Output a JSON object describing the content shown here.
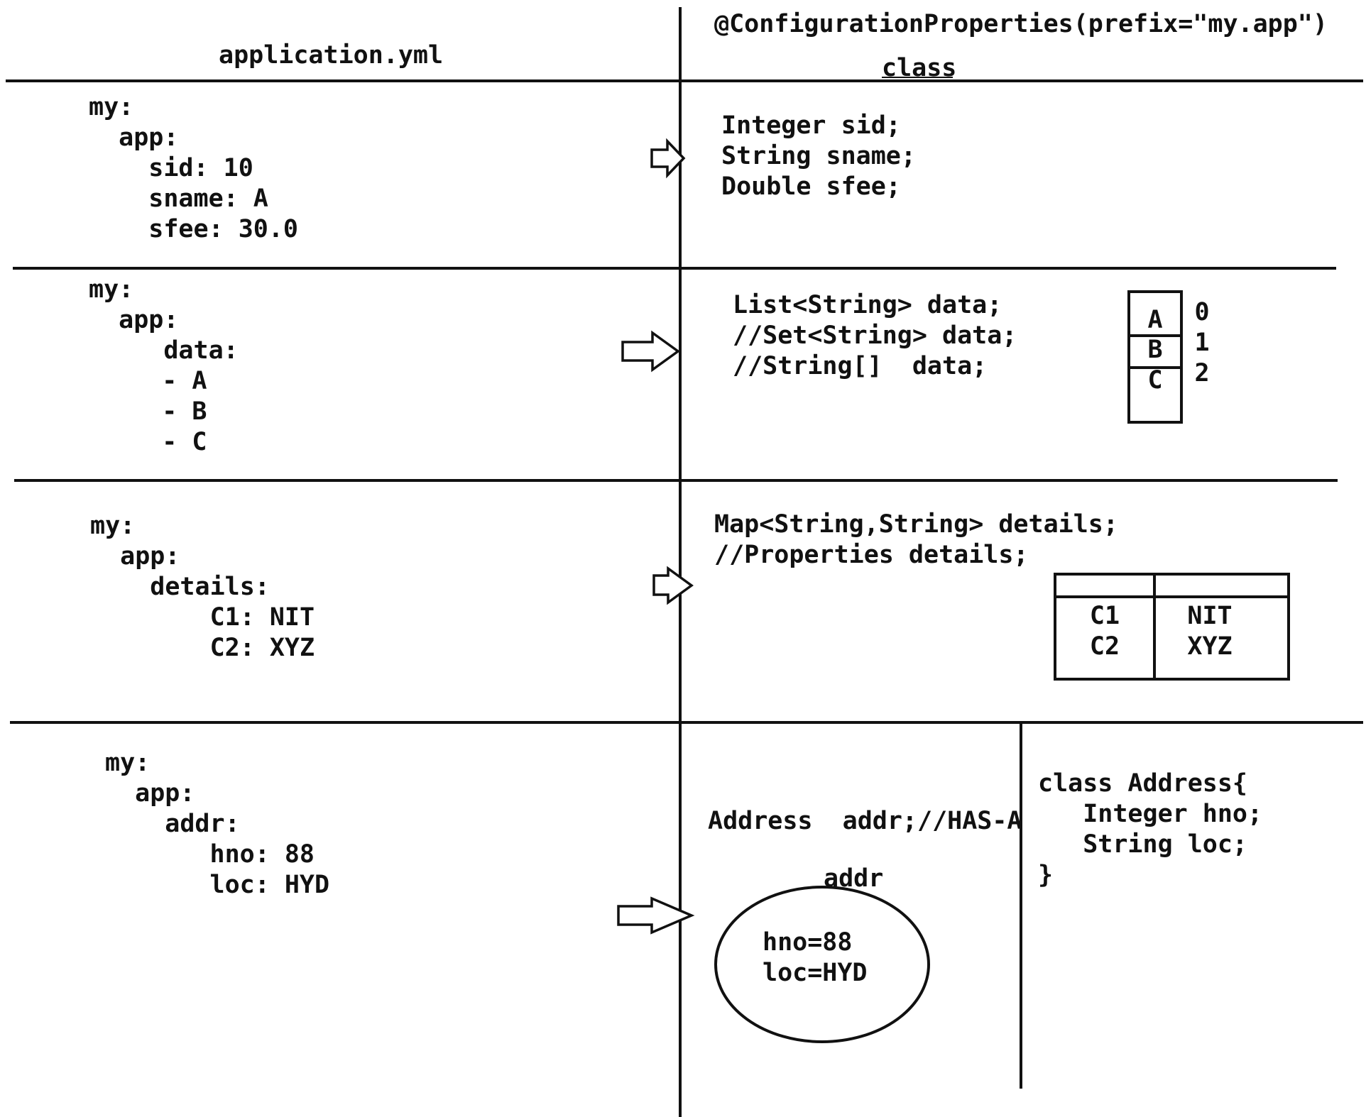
{
  "header": {
    "left": "application.yml",
    "right_annotation": "@ConfigurationProperties(prefix=\"my.app\")",
    "right_sub": "class"
  },
  "rows": [
    {
      "yaml": [
        "my:",
        "  app:",
        "    sid: 10",
        "    sname: A",
        "    sfee: 30.0"
      ],
      "java": [
        "Integer sid;",
        "String sname;",
        "Double sfee;"
      ]
    },
    {
      "yaml": [
        "my:",
        "  app:",
        "     data:",
        "    - A",
        "    - B",
        "    - C"
      ],
      "java": [
        "List<String> data;",
        "//Set<String> data;",
        "//String[]  data;"
      ],
      "array": {
        "values": [
          "A",
          "B",
          "C"
        ],
        "indexes": [
          "0",
          "1",
          "2"
        ]
      }
    },
    {
      "yaml": [
        "my:",
        "  app:",
        "    details:",
        "        C1: NIT",
        "        C2: XYZ"
      ],
      "java": [
        "Map<String,String> details;",
        "//Properties details;"
      ],
      "map": {
        "keys": [
          "C1",
          "C2"
        ],
        "values": [
          "NIT",
          "XYZ"
        ]
      }
    },
    {
      "yaml": [
        "my:",
        "  app:",
        "    addr:",
        "       hno: 88",
        "       loc: HYD"
      ],
      "java": [
        "Address  addr;//HAS-A"
      ],
      "object_label": "addr",
      "object_fields": [
        "hno=88",
        "loc=HYD"
      ],
      "class_def": [
        "class Address{",
        "   Integer hno;",
        "   String loc;",
        "}"
      ]
    }
  ]
}
